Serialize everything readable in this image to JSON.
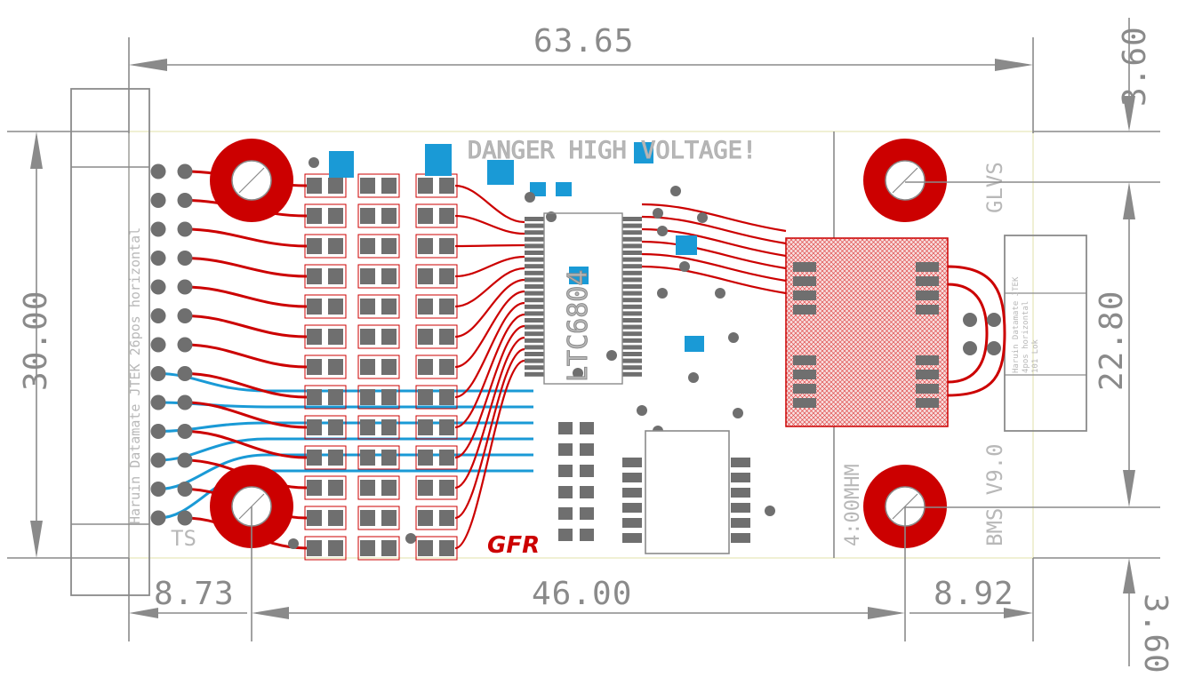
{
  "dimensions": {
    "top_width": "63.65",
    "right_top_offset": "3.60",
    "left_height": "30.00",
    "right_hole_spacing": "22.80",
    "bottom_left_offset": "8.73",
    "bottom_hole_spacing": "46.00",
    "bottom_right_offset": "8.92",
    "right_bottom_offset": "3.60"
  },
  "silkscreen": {
    "danger": "DANGER HIGH VOLTAGE!",
    "left_connector": "Haruin Datamate JTEK 26pos horizontal",
    "ts": "TS",
    "glvs": "GLVS",
    "bms": "BMS V9.0",
    "vertical_label": "4:00MHM",
    "chip_label": "LTC6804",
    "right_connector_line1": "Haruin Datamate JTEK",
    "right_connector_line2": "4pos horizontal",
    "right_connector_line3": "101 Lok",
    "logo": "GFR"
  },
  "colors": {
    "copper_top": "#cc0000",
    "copper_bottom": "#1a9ad6",
    "pad": "#6f6f6f",
    "outline": "#8a8a8a",
    "silk": "#b8b8b8"
  }
}
